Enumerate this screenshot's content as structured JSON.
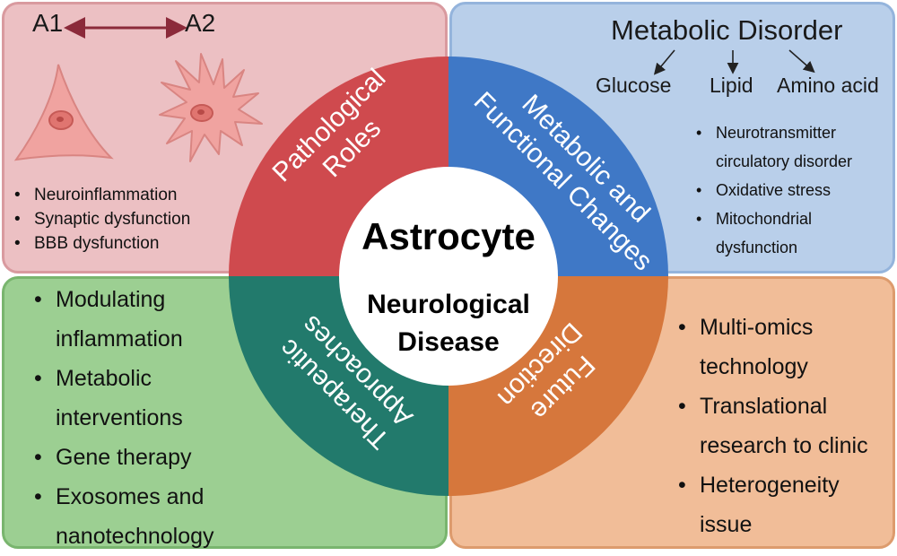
{
  "center": {
    "title": "Astrocyte",
    "subtitle_line1": "Neurological",
    "subtitle_line2": "Disease"
  },
  "ring": {
    "top_left": {
      "line1": "Pathological",
      "line2": "Roles",
      "color": "#cf4a4e"
    },
    "top_right": {
      "line1": "Metabolic and",
      "line2": "Functional Changes",
      "color": "#3f78c6"
    },
    "bottom_left": {
      "line1": "Therapeutic",
      "line2": "Approaches",
      "color": "#227a6c"
    },
    "bottom_right": {
      "line1": "Future",
      "line2": "Direction",
      "color": "#d6773c"
    }
  },
  "pathological": {
    "a1_label": "A1",
    "a2_label": "A2",
    "items": [
      "Neuroinflammation",
      "Synaptic dysfunction",
      "BBB dysfunction"
    ]
  },
  "metabolic": {
    "title": "Metabolic Disorder",
    "branches": [
      "Glucose",
      "Lipid",
      "Amino acid"
    ],
    "items": [
      {
        "line1": "Neurotransmitter",
        "line2": "circulatory disorder"
      },
      {
        "line1": "Oxidative stress",
        "line2": ""
      },
      {
        "line1": "Mitochondrial",
        "line2": "dysfunction"
      }
    ]
  },
  "therapeutic": {
    "items": [
      {
        "line1": "Modulating",
        "line2": "inflammation"
      },
      {
        "line1": "Metabolic",
        "line2": "interventions"
      },
      {
        "line1": "Gene therapy",
        "line2": ""
      },
      {
        "line1": "Exosomes and",
        "line2": "nanotechnology"
      }
    ]
  },
  "future": {
    "items": [
      {
        "line1": "Multi-omics",
        "line2": "technology"
      },
      {
        "line1": "Translational",
        "line2": "research to clinic"
      },
      {
        "line1": "Heterogeneity",
        "line2": "issue"
      }
    ]
  },
  "colors": {
    "quadrant_pink": "#ecc0c3",
    "quadrant_blue": "#b9cfea",
    "quadrant_green": "#9ccf92",
    "quadrant_orange": "#f1bd98",
    "arrow": "#8b2a3a",
    "cell": "#f09a96"
  }
}
